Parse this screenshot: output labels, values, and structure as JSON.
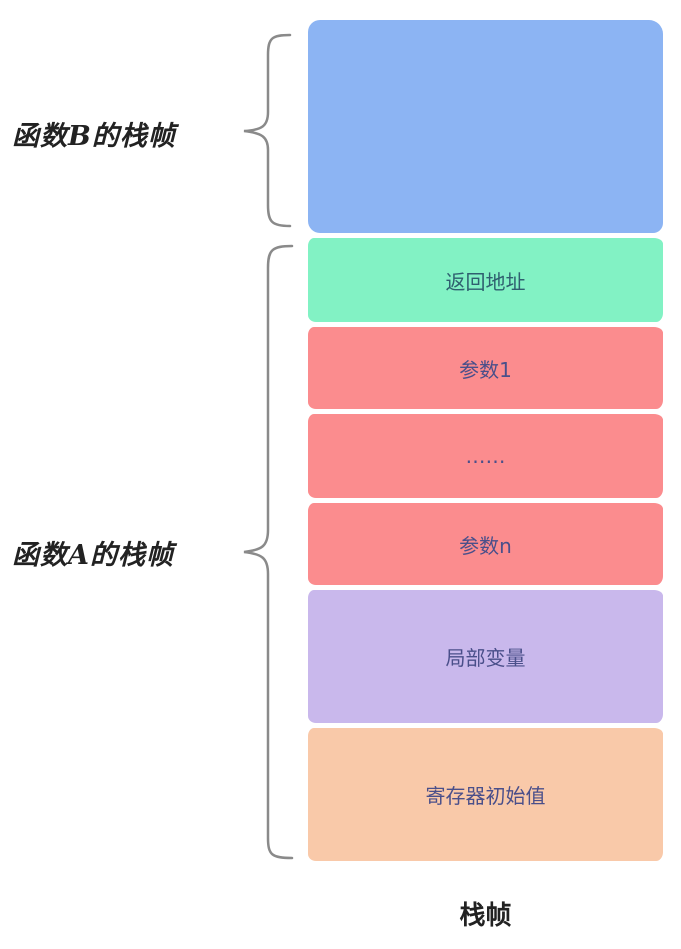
{
  "diagram": {
    "caption": "栈帧",
    "groups": {
      "function_b": {
        "label": "函数B的栈帧"
      },
      "function_a": {
        "label": "函数A的栈帧"
      }
    },
    "blocks": [
      {
        "id": "b-frame",
        "label": "",
        "color": "#8cb4f3"
      },
      {
        "id": "return-address",
        "label": "返回地址",
        "color": "#82f2c4"
      },
      {
        "id": "param-1",
        "label": "参数1",
        "color": "#fb8c8e"
      },
      {
        "id": "ellipsis",
        "label": "……",
        "color": "#fb8c8e"
      },
      {
        "id": "param-n",
        "label": "参数n",
        "color": "#fb8c8e"
      },
      {
        "id": "local-vars",
        "label": "局部变量",
        "color": "#c9b8ec"
      },
      {
        "id": "register-init",
        "label": "寄存器初始值",
        "color": "#f9c9a9"
      }
    ],
    "brace_color": "#8a8a8a"
  }
}
